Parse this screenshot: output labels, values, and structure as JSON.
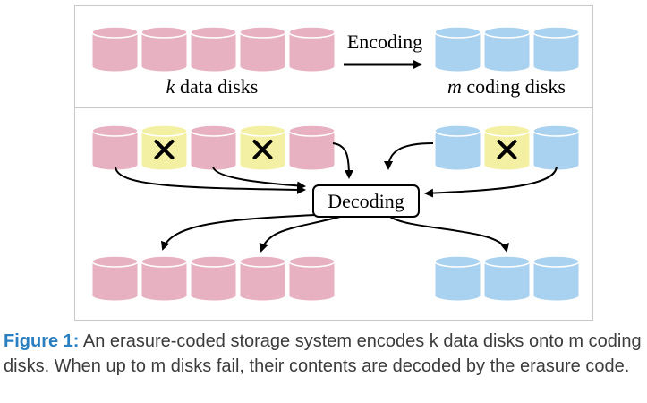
{
  "diagram": {
    "encoding_label": "Encoding",
    "decoding_label": "Decoding",
    "data_disks_label_var": "k",
    "data_disks_label_text": " data disks",
    "coding_disks_label_var": "m",
    "coding_disks_label_text": " coding disks",
    "colors": {
      "data_disk": "#e8b1c2",
      "coding_disk": "#a9d1f0",
      "failed_disk": "#f4f0a3"
    },
    "top_row": {
      "data_disks": [
        "data",
        "data",
        "data",
        "data",
        "data"
      ],
      "coding_disks": [
        "coding",
        "coding",
        "coding"
      ]
    },
    "middle_row": {
      "data_disks": [
        "data",
        "failed",
        "data",
        "failed",
        "data"
      ],
      "coding_disks": [
        "coding",
        "failed",
        "coding"
      ]
    },
    "bottom_row": {
      "data_disks": [
        "data",
        "data",
        "data",
        "data",
        "data"
      ],
      "coding_disks": [
        "coding",
        "coding",
        "coding"
      ]
    }
  },
  "caption": {
    "label": "Figure 1:",
    "text": " An erasure-coded storage system encodes k data disks onto m coding disks. When up to m disks fail, their contents are decoded by the erasure code."
  }
}
